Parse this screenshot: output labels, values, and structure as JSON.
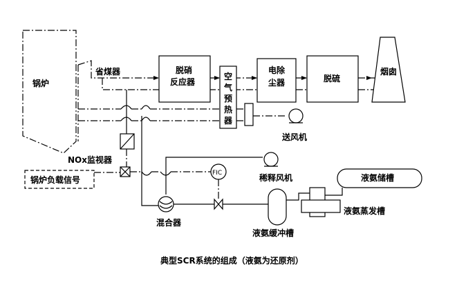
{
  "labels": {
    "boiler": "锅炉",
    "economizer": "省煤器",
    "scr_reactor_line1": "脱硝",
    "scr_reactor_line2": "反应器",
    "air_preheater": [
      "空",
      "气",
      "预",
      "热",
      "器"
    ],
    "esp_line1": "电除",
    "esp_line2": "尘器",
    "fgd": "脱硫",
    "chimney": "烟囱",
    "fd_fan": "送风机",
    "nox_monitor": "NOx监视器",
    "boiler_load_signal": "锅炉负载信号",
    "fic": "FIC",
    "dilution_fan": "稀释风机",
    "mixer": "混合器",
    "ammonia_storage": "液氨储槽",
    "ammonia_evaporator": "液氨蒸发槽",
    "ammonia_buffer": "液氨缓冲槽"
  },
  "caption": "典型SCR系统的组成（液氨为还原剂）"
}
